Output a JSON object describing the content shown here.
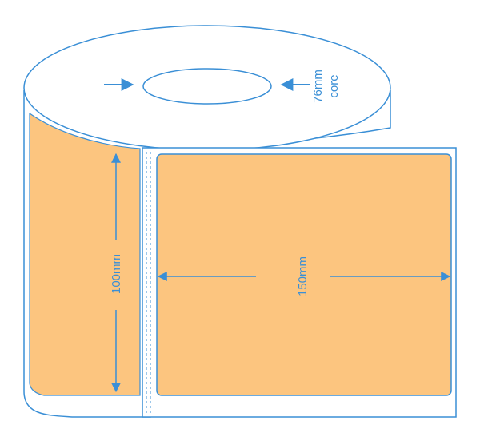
{
  "labels": {
    "core_size": "76mm",
    "core_word": "core",
    "height": "100mm",
    "width": "150mm"
  },
  "colors": {
    "outline": "#3a8fd6",
    "label_fill": "#fcc57f",
    "roll_fill": "#ffffff",
    "background": "#ffffff"
  },
  "icons": [
    "arrow-right-icon",
    "arrow-left-icon",
    "arrow-up-icon",
    "arrow-down-icon"
  ]
}
